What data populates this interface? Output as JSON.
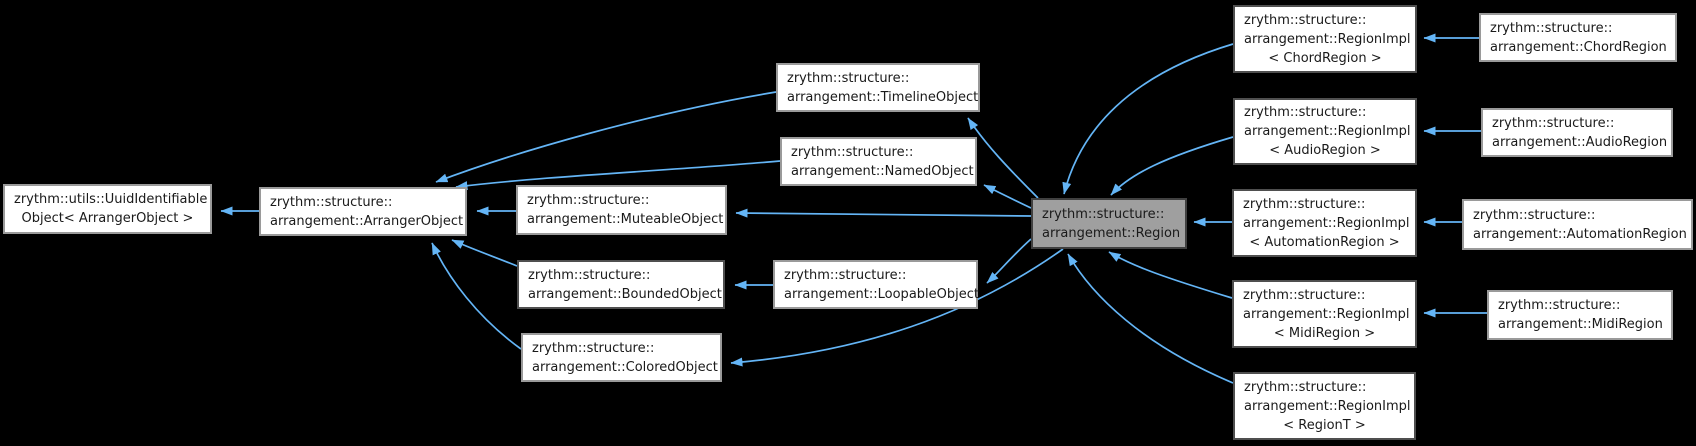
{
  "diagram": {
    "type": "inheritance-graph",
    "focal_class": "zrythm::structure::arrangement::Region",
    "colors": {
      "background": "#000000",
      "edge": "#64b5f6",
      "node_fill": "#ffffff",
      "node_border": "#9a9a9a",
      "node_border_dark": "#4f4f4f",
      "focal_fill": "#9f9f9f",
      "focal_border": "#404040",
      "text": "#1a1a1a"
    },
    "nodes": [
      {
        "id": "uuid-object",
        "lines": [
          "zrythm::utils::UuidIdentifiable",
          "Object< ArrangerObject >"
        ]
      },
      {
        "id": "arranger-object",
        "lines": [
          "zrythm::structure::",
          "arrangement::ArrangerObject"
        ]
      },
      {
        "id": "timeline-object",
        "lines": [
          "zrythm::structure::",
          "arrangement::TimelineObject"
        ]
      },
      {
        "id": "named-object",
        "lines": [
          "zrythm::structure::",
          "arrangement::NamedObject"
        ]
      },
      {
        "id": "muteable-object",
        "lines": [
          "zrythm::structure::",
          "arrangement::MuteableObject"
        ]
      },
      {
        "id": "bounded-object",
        "lines": [
          "zrythm::structure::",
          "arrangement::BoundedObject"
        ]
      },
      {
        "id": "loopable-object",
        "lines": [
          "zrythm::structure::",
          "arrangement::LoopableObject"
        ]
      },
      {
        "id": "colored-object",
        "lines": [
          "zrythm::structure::",
          "arrangement::ColoredObject"
        ]
      },
      {
        "id": "region",
        "lines": [
          "zrythm::structure::",
          "arrangement::Region"
        ]
      },
      {
        "id": "region-impl-chord",
        "lines": [
          "zrythm::structure::",
          "arrangement::RegionImpl",
          "< ChordRegion >"
        ]
      },
      {
        "id": "chord-region",
        "lines": [
          "zrythm::structure::",
          "arrangement::ChordRegion"
        ]
      },
      {
        "id": "region-impl-audio",
        "lines": [
          "zrythm::structure::",
          "arrangement::RegionImpl",
          "< AudioRegion >"
        ]
      },
      {
        "id": "audio-region",
        "lines": [
          "zrythm::structure::",
          "arrangement::AudioRegion"
        ]
      },
      {
        "id": "region-impl-automation",
        "lines": [
          "zrythm::structure::",
          "arrangement::RegionImpl",
          "< AutomationRegion >"
        ]
      },
      {
        "id": "automation-region",
        "lines": [
          "zrythm::structure::",
          "arrangement::AutomationRegion"
        ]
      },
      {
        "id": "region-impl-midi",
        "lines": [
          "zrythm::structure::",
          "arrangement::RegionImpl",
          "< MidiRegion >"
        ]
      },
      {
        "id": "midi-region",
        "lines": [
          "zrythm::structure::",
          "arrangement::MidiRegion"
        ]
      },
      {
        "id": "region-impl-regiont",
        "lines": [
          "zrythm::structure::",
          "arrangement::RegionImpl",
          "< RegionT >"
        ]
      }
    ],
    "edges": [
      {
        "from": "arranger-object",
        "to": "uuid-object"
      },
      {
        "from": "timeline-object",
        "to": "arranger-object"
      },
      {
        "from": "named-object",
        "to": "arranger-object"
      },
      {
        "from": "muteable-object",
        "to": "arranger-object"
      },
      {
        "from": "bounded-object",
        "to": "arranger-object"
      },
      {
        "from": "colored-object",
        "to": "arranger-object"
      },
      {
        "from": "loopable-object",
        "to": "bounded-object"
      },
      {
        "from": "region",
        "to": "timeline-object"
      },
      {
        "from": "region",
        "to": "named-object"
      },
      {
        "from": "region",
        "to": "muteable-object"
      },
      {
        "from": "region",
        "to": "loopable-object"
      },
      {
        "from": "region",
        "to": "colored-object"
      },
      {
        "from": "region-impl-chord",
        "to": "region"
      },
      {
        "from": "region-impl-audio",
        "to": "region"
      },
      {
        "from": "region-impl-automation",
        "to": "region"
      },
      {
        "from": "region-impl-midi",
        "to": "region"
      },
      {
        "from": "region-impl-regiont",
        "to": "region"
      },
      {
        "from": "chord-region",
        "to": "region-impl-chord"
      },
      {
        "from": "audio-region",
        "to": "region-impl-audio"
      },
      {
        "from": "automation-region",
        "to": "region-impl-automation"
      },
      {
        "from": "midi-region",
        "to": "region-impl-midi"
      }
    ]
  }
}
